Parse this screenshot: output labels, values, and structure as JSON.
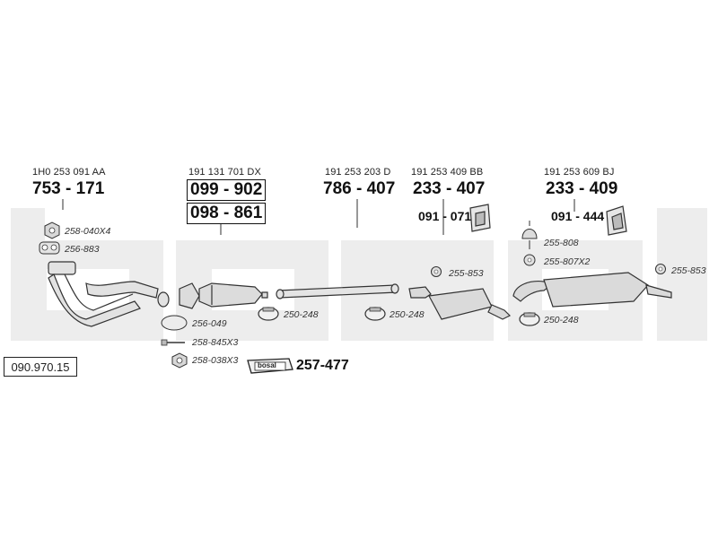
{
  "reference_number": "090.970.15",
  "watermark": "bosal",
  "bosal_logo": "bosal",
  "columns": [
    {
      "oem": "1H0 253 091 AA",
      "part": "753 - 171"
    },
    {
      "oem": "191 131 701 DX",
      "part": "099 - 902",
      "part2": "098 - 861"
    },
    {
      "oem": "191 253 203 D",
      "part": "786 - 407"
    },
    {
      "oem": "191 253 409 BB",
      "part": "233 - 407",
      "bracket": "091 - 071"
    },
    {
      "oem": "191 253 609 BJ",
      "part": "233 - 409",
      "bracket": "091 - 444"
    }
  ],
  "small_parts": {
    "nut_258_040": "258-040X4",
    "gasket_256_883": "256-883",
    "gasket_256_049": "256-049",
    "bolt_258_845": "258-845X3",
    "nut_258_038": "258-038X3",
    "kit_257_477": "257-477",
    "clamp_250_248_a": "250-248",
    "clamp_250_248_b": "250-248",
    "clamp_250_248_c": "250-248",
    "ring_255_853_a": "255-853",
    "ring_255_853_b": "255-853",
    "hanger_255_808": "255-808",
    "ring_255_807": "255-807X2"
  },
  "colors": {
    "watermark": "#ececec",
    "line": "#444444",
    "part_fill": "#dcdcdc"
  }
}
